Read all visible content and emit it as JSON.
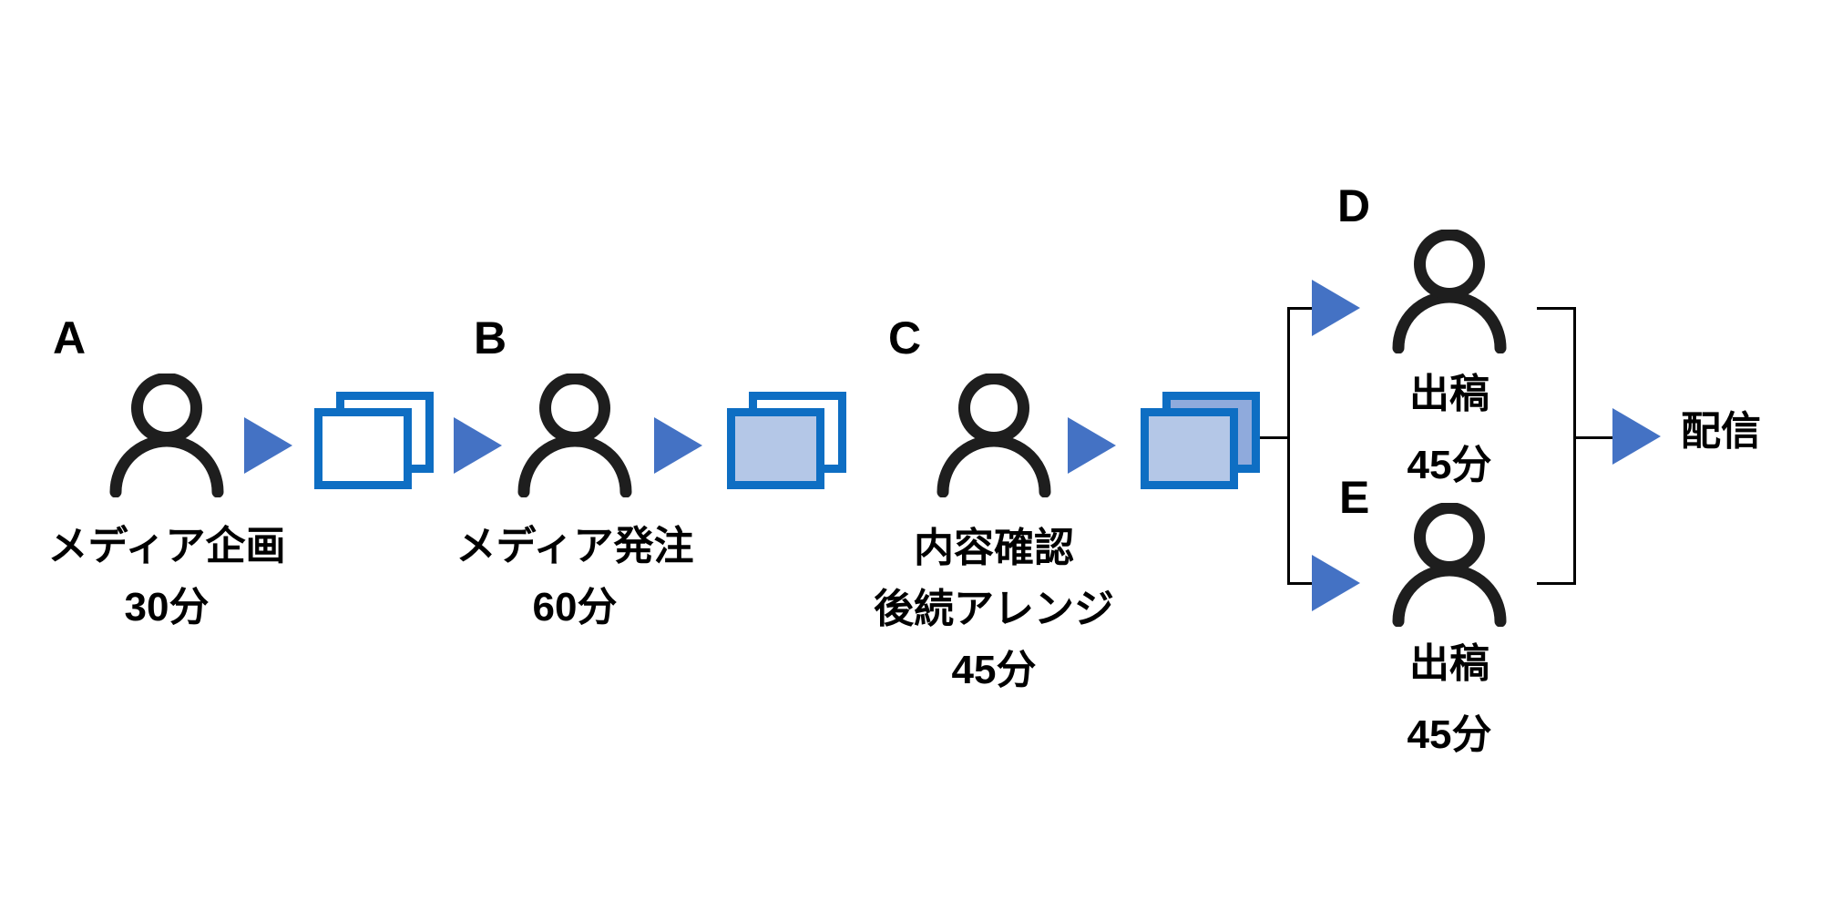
{
  "colors": {
    "arrow_blue": "#4472C4",
    "doc_border": "#0E6EC3",
    "doc_fill_white": "#FFFFFF",
    "doc_fill_light": "#B4C7E7",
    "doc_fill_medium": "#8FAADC",
    "person": "#1E1E1E",
    "text": "#000000",
    "connector": "#000000"
  },
  "steps": {
    "a": {
      "label": "A",
      "line1": "メディア企画",
      "line2": "30分"
    },
    "b": {
      "label": "B",
      "line1": "メディア発注",
      "line2": "60分"
    },
    "c": {
      "label": "C",
      "line1": "内容確認",
      "line2": "後続アレンジ",
      "line3": "45分"
    },
    "d": {
      "label": "D",
      "line1": "出稿",
      "line2": "45分"
    },
    "e": {
      "label": "E",
      "line1": "出稿",
      "line2": "45分"
    }
  },
  "end": {
    "label": "配信"
  }
}
